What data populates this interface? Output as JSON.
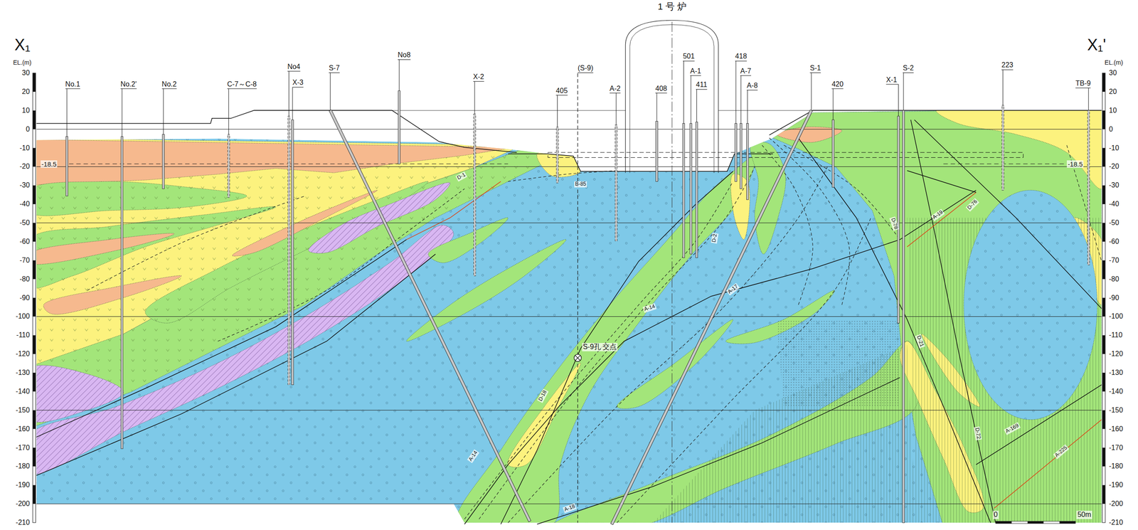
{
  "diagram": {
    "nodes": [
      {
        "text": [
          "1 号 炉"
        ]
      }
    ],
    "labels": [
      "X₁",
      "EL.(m)",
      "X₁'",
      "EL.(m)",
      "30",
      "20",
      "10",
      "0",
      "-10",
      "-20",
      "-30",
      "-40",
      "-50",
      "-60",
      "-70",
      "-80",
      "-90",
      "-100",
      "-110",
      "-120",
      "-130",
      "-140",
      "-150",
      "-160",
      "-170",
      "-180",
      "-190",
      "-200",
      "-210",
      "30",
      "20",
      "10",
      "0",
      "-10",
      "-20",
      "-30",
      "-40",
      "-50",
      "-60",
      "-70",
      "-80",
      "-90",
      "-100",
      "-110",
      "-120",
      "-130",
      "-140",
      "-150",
      "-160",
      "-170",
      "-180",
      "-190",
      "-200",
      "-210",
      "No.1",
      "No.2'",
      "No.2",
      "C-7～C-8",
      "No4",
      "X-3",
      "S-7",
      "No8",
      "X-2",
      "405",
      "(S-9)",
      "A-2",
      "408",
      "501",
      "A-1",
      "411",
      "418",
      "A-7",
      "A-8",
      "S-1",
      "420",
      "X-1",
      "S-2",
      "223",
      "TB-9",
      "-18.5",
      "-18.5",
      "S-9孔 交点",
      "A-14",
      "D-18",
      "A-14",
      "A-17",
      "A-18",
      "B-85",
      "D-1",
      "D-2",
      "D-78",
      "A-19",
      "D-76",
      "D-21",
      "D-72",
      "A-169",
      "A-225",
      "0",
      "50m"
    ]
  }
}
